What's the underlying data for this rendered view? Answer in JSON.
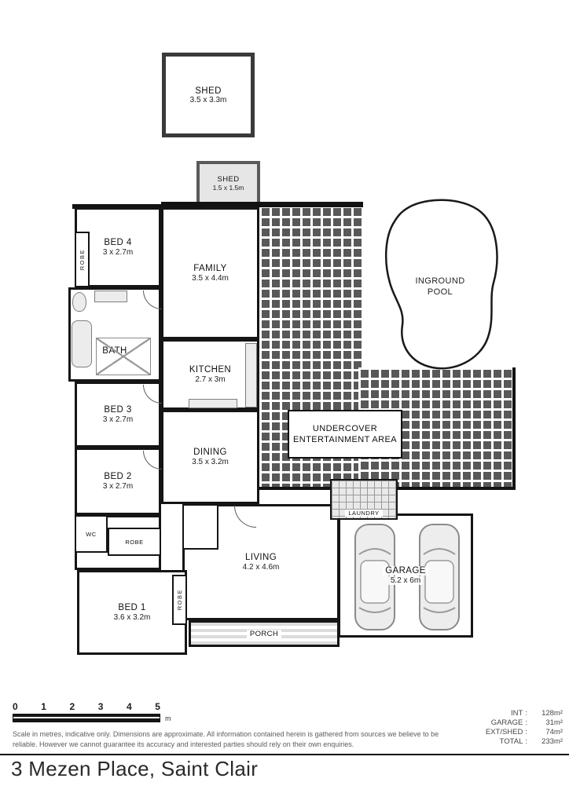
{
  "title": "3 Mezen Place, Saint Clair",
  "colors": {
    "wall": "#151515",
    "paving": "#585858",
    "text": "#111111"
  },
  "sheds": [
    {
      "name": "SHED",
      "dims": "3.5 x 3.3m"
    },
    {
      "name": "SHED",
      "dims": "1.5 x 1.5m"
    }
  ],
  "rooms": {
    "bed4": {
      "name": "BED 4",
      "dims": "3 x 2.7m"
    },
    "bed3": {
      "name": "BED 3",
      "dims": "3 x 2.7m"
    },
    "bed2": {
      "name": "BED 2",
      "dims": "3 x 2.7m"
    },
    "bed1": {
      "name": "BED 1",
      "dims": "3.6 x 3.2m"
    },
    "bath": {
      "name": "BATH"
    },
    "wc": {
      "name": "WC"
    },
    "robe": {
      "name": "ROBE"
    },
    "family": {
      "name": "FAMILY",
      "dims": "3.5 x 4.4m"
    },
    "kitchen": {
      "name": "KITCHEN",
      "dims": "2.7 x 3m"
    },
    "dining": {
      "name": "DINING",
      "dims": "3.5 x 3.2m"
    },
    "living": {
      "name": "LIVING",
      "dims": "4.2 x 4.6m"
    },
    "porch": {
      "name": "PORCH"
    },
    "laundry": {
      "name": "LAUNDRY"
    },
    "garage": {
      "name": "GARAGE",
      "dims": "5.2 x 6m"
    },
    "undercover": {
      "name": "UNDERCOVER ENTERTAINMENT AREA"
    },
    "pool": {
      "name": "INGROUND POOL"
    }
  },
  "scale_bar": {
    "ticks": [
      "0",
      "1",
      "2",
      "3",
      "4",
      "5"
    ],
    "unit": "m"
  },
  "disclaimer": "Scale in metres, indicative only. Dimensions are approximate. All information contained herein is gathered from sources we believe to be reliable. However we cannot guarantee its accuracy and interested parties should rely on their own enquiries.",
  "areas_sep": ":",
  "areas": [
    {
      "label": "INT",
      "value": "128m²"
    },
    {
      "label": "GARAGE",
      "value": "31m²"
    },
    {
      "label": "EXT/SHED",
      "value": "74m²"
    },
    {
      "label": "TOTAL",
      "value": "233m²"
    }
  ]
}
